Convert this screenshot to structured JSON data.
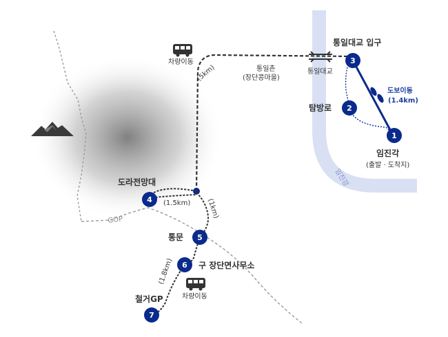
{
  "colors": {
    "marker": "#0a2a8c",
    "walk_route": "#0a2a8c",
    "vehicle_route": "#333333",
    "river": "#d9e0f3",
    "river_text": "#7d8fcc",
    "gop_line": "#9a9a9a",
    "label": "#333333",
    "walk_text": "#1a3fa0"
  },
  "stops": [
    {
      "num": "1",
      "name": "임진각",
      "sub": "(출발 · 도착지)"
    },
    {
      "num": "2",
      "name": "탐방로"
    },
    {
      "num": "3",
      "name": "통일대교 입구"
    },
    {
      "num": "4",
      "name": "도라전망대"
    },
    {
      "num": "5",
      "name": "통문"
    },
    {
      "num": "6",
      "name": "구 장단면사무소"
    },
    {
      "num": "7",
      "name": "철거GP"
    }
  ],
  "labels": {
    "vehicle_move_1": "차량이동",
    "vehicle_move_2": "차량이동",
    "distance_5km": "(5km)",
    "distance_1_5km": "(1.5km)",
    "distance_1km": "(1km)",
    "distance_1_8km": "(1.8km)",
    "walk_move": "도보이동",
    "walk_distance": "(1.4km)",
    "village": "통일촌",
    "village_sub": "(장단콩마을)",
    "bridge": "통일대교",
    "river": "임진강",
    "gop": "GOP"
  },
  "icons": {
    "bus": "bus-icon",
    "footprints": "footprints-icon",
    "mountain": "mountain-icon",
    "bridge": "bridge-icon"
  }
}
